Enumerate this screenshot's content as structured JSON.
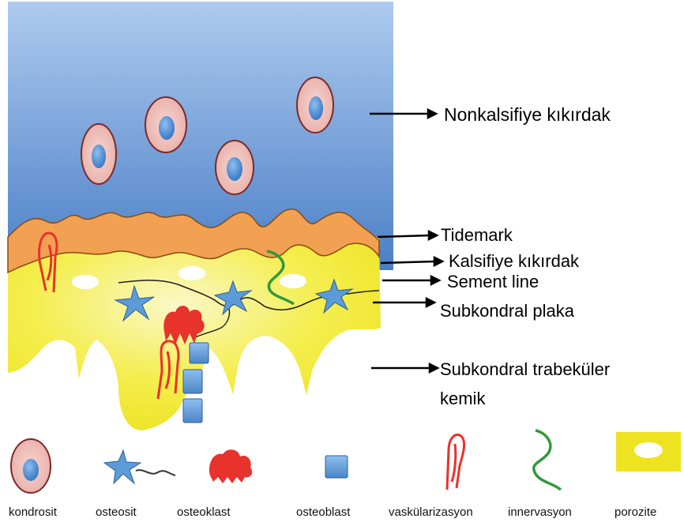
{
  "labels": {
    "noncalcified": "Nonkalsifiye kıkırdak",
    "tidemark": "Tidemark",
    "calcified": "Kalsifiye kıkırdak",
    "cement_line": "Sement line",
    "subchondral_plate": "Subkondral plaka",
    "trabecular_line1": "Subkondral trabeküler",
    "trabecular_line2": "kemik"
  },
  "legend": [
    {
      "label": "kondrosit",
      "icon": "chondrocyte-icon"
    },
    {
      "label": "osteosit",
      "icon": "osteocyte-icon"
    },
    {
      "label": "osteoklast",
      "icon": "osteoclast-icon"
    },
    {
      "label": "osteoblast",
      "icon": "osteoblast-icon"
    },
    {
      "label": "vaskülarizasyon",
      "icon": "vascularization-icon"
    },
    {
      "label": "innervasyon",
      "icon": "innervation-icon"
    },
    {
      "label": "porozite",
      "icon": "porosity-icon"
    }
  ],
  "colors": {
    "cartilage_top": "#a9c8ee",
    "cartilage_bottom": "#4a7fc6",
    "tidemark_orange": "#f2a152",
    "bone_yellow": "#f3ec29",
    "chondrocyte_fill": "#f3c9c4",
    "nucleus_blue": "#4f8fd6",
    "vessel_red": "#e8322c",
    "nerve_green": "#2f9a3c",
    "osteoblast_blue": "#5b9bd8"
  }
}
